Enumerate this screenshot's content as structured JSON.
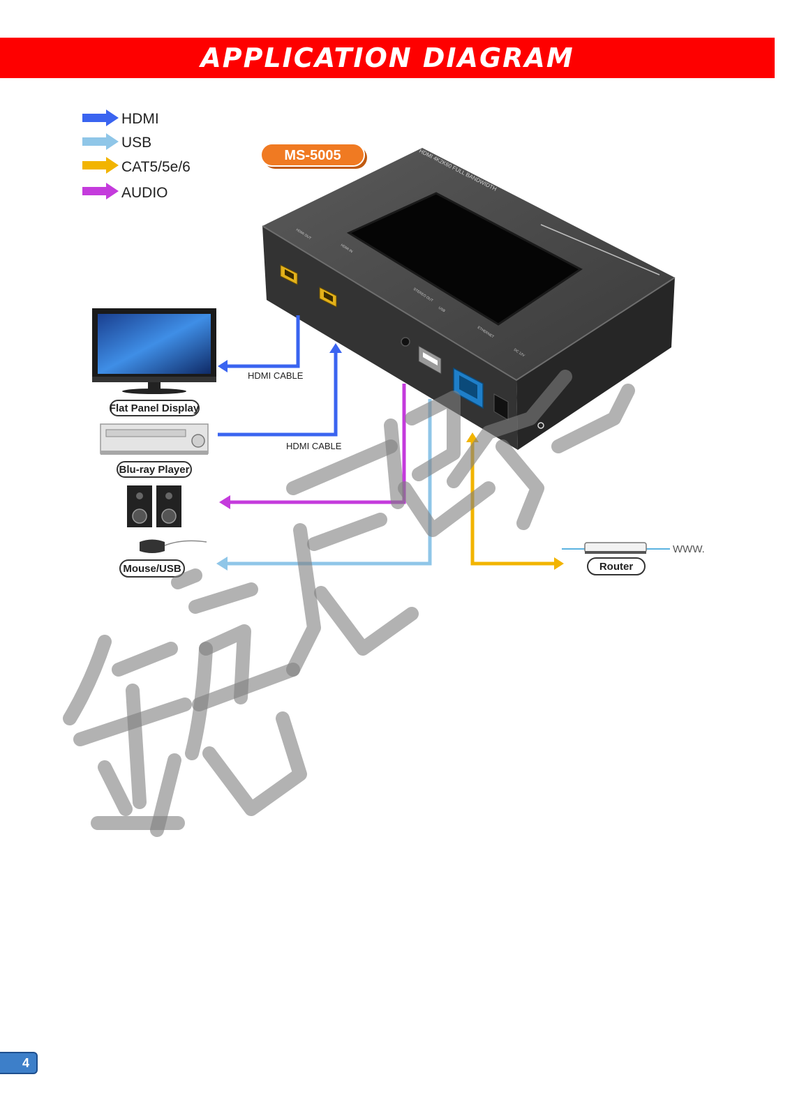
{
  "header": {
    "title": "APPLICATION DIAGRAM"
  },
  "legend": [
    {
      "label": "HDMI",
      "color": "#3a64f0"
    },
    {
      "label": "USB",
      "color": "#8fc6e8"
    },
    {
      "label": "CAT5/5e/6",
      "color": "#f2b400"
    },
    {
      "label": "AUDIO",
      "color": "#c43bdc"
    }
  ],
  "device": {
    "model": "MS-5005",
    "top_label": "HDMI 4K2K60 FULL BANDWIDTH",
    "ports": [
      "HDMI OUT",
      "HDMI IN",
      "STEREO OUT",
      "USB",
      "ETHERNET",
      "DC 12V"
    ]
  },
  "cables": {
    "hdmi_out": "HDMI CABLE",
    "hdmi_in": "HDMI CABLE"
  },
  "devices": {
    "display": "Flat Panel Display",
    "bluray": "Blu-ray Player",
    "mouse": "Mouse/USB",
    "router": "Router",
    "www": "WWW."
  },
  "footer": {
    "page_number": "4"
  }
}
